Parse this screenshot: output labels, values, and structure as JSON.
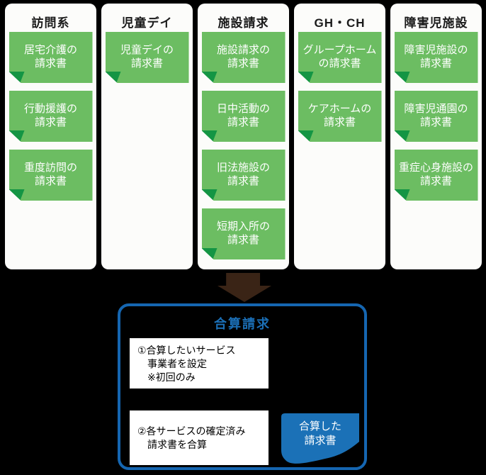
{
  "page": {
    "background": "#000000"
  },
  "colors": {
    "card_bg": "#fcfcfa",
    "note_green": "#6cbd62",
    "note_fold_green": "#149544",
    "arrow_brown": "#3a2416",
    "merge_border_blue": "#1566b1",
    "merge_title_blue": "#1b6fb6",
    "result_note_blue": "#1b71b7",
    "note_text": "#ffffff",
    "header_text": "#1a1a1a"
  },
  "columns": [
    {
      "header": "訪問系",
      "items": [
        {
          "lines": [
            "居宅介護の",
            "請求書"
          ]
        },
        {
          "lines": [
            "行動援護の",
            "請求書"
          ]
        },
        {
          "lines": [
            "重度訪問の",
            "請求書"
          ]
        }
      ]
    },
    {
      "header": "児童デイ",
      "items": [
        {
          "lines": [
            "児童デイの",
            "請求書"
          ]
        }
      ]
    },
    {
      "header": "施設請求",
      "items": [
        {
          "lines": [
            "施設請求の",
            "請求書"
          ]
        },
        {
          "lines": [
            "日中活動の",
            "請求書"
          ]
        },
        {
          "lines": [
            "旧法施設の",
            "請求書"
          ]
        },
        {
          "lines": [
            "短期入所の",
            "請求書"
          ]
        }
      ]
    },
    {
      "header": "GH・CH",
      "items": [
        {
          "lines": [
            "グループホーム",
            "の請求書"
          ]
        },
        {
          "lines": [
            "ケアホームの",
            "請求書"
          ]
        }
      ]
    },
    {
      "header": "障害児施設",
      "items": [
        {
          "lines": [
            "障害児施設の",
            "請求書"
          ]
        },
        {
          "lines": [
            "障害児通園の",
            "請求書"
          ]
        },
        {
          "lines": [
            "重症心身施設の",
            "請求書"
          ]
        }
      ]
    }
  ],
  "merge": {
    "title": "合算請求",
    "steps": [
      {
        "lines": [
          "①合算したいサービス",
          "事業者を設定",
          "※初回のみ"
        ]
      },
      {
        "lines": [
          "②各サービスの確定済み",
          "請求書を合算"
        ]
      }
    ],
    "result_note": {
      "lines": [
        "合算した",
        "請求書"
      ]
    }
  }
}
